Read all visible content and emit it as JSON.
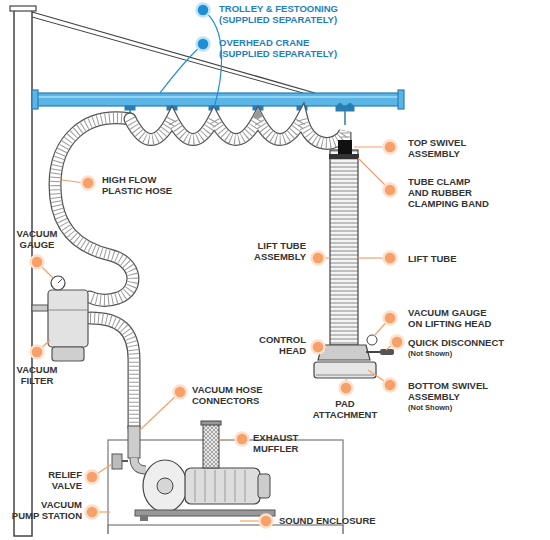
{
  "diagram": {
    "labels": [
      "TROLLEY & FESTOONING (SUPPLIED SEPARATELY)",
      "OVERHEAD CRANE (SUPPLIED SEPARATELY)",
      "TOP SWIVEL ASSEMBLY",
      "TUBE CLAMP AND RUBBER CLAMPING BAND",
      "HIGH FLOW PLASTIC HOSE",
      "LIFT TUBE ASSEMBLY",
      "LIFT TUBE",
      "VACUUM GAUGE",
      "VACUUM GAUGE ON LIFTING HEAD",
      "CONTROL HEAD",
      "QUICK DISCONNECT",
      "(Not Shown)",
      "VACUUM FILTER",
      "BOTTOM SWIVEL ASSEMBLY",
      "(Not Shown)",
      "VACUUM HOSE CONNECTORS",
      "PAD ATTACHMENT",
      "EXHAUST MUFFLER",
      "RELIEF VALVE",
      "VACUUM PUMP STATION",
      "SOUND ENCLOSURE"
    ]
  }
}
